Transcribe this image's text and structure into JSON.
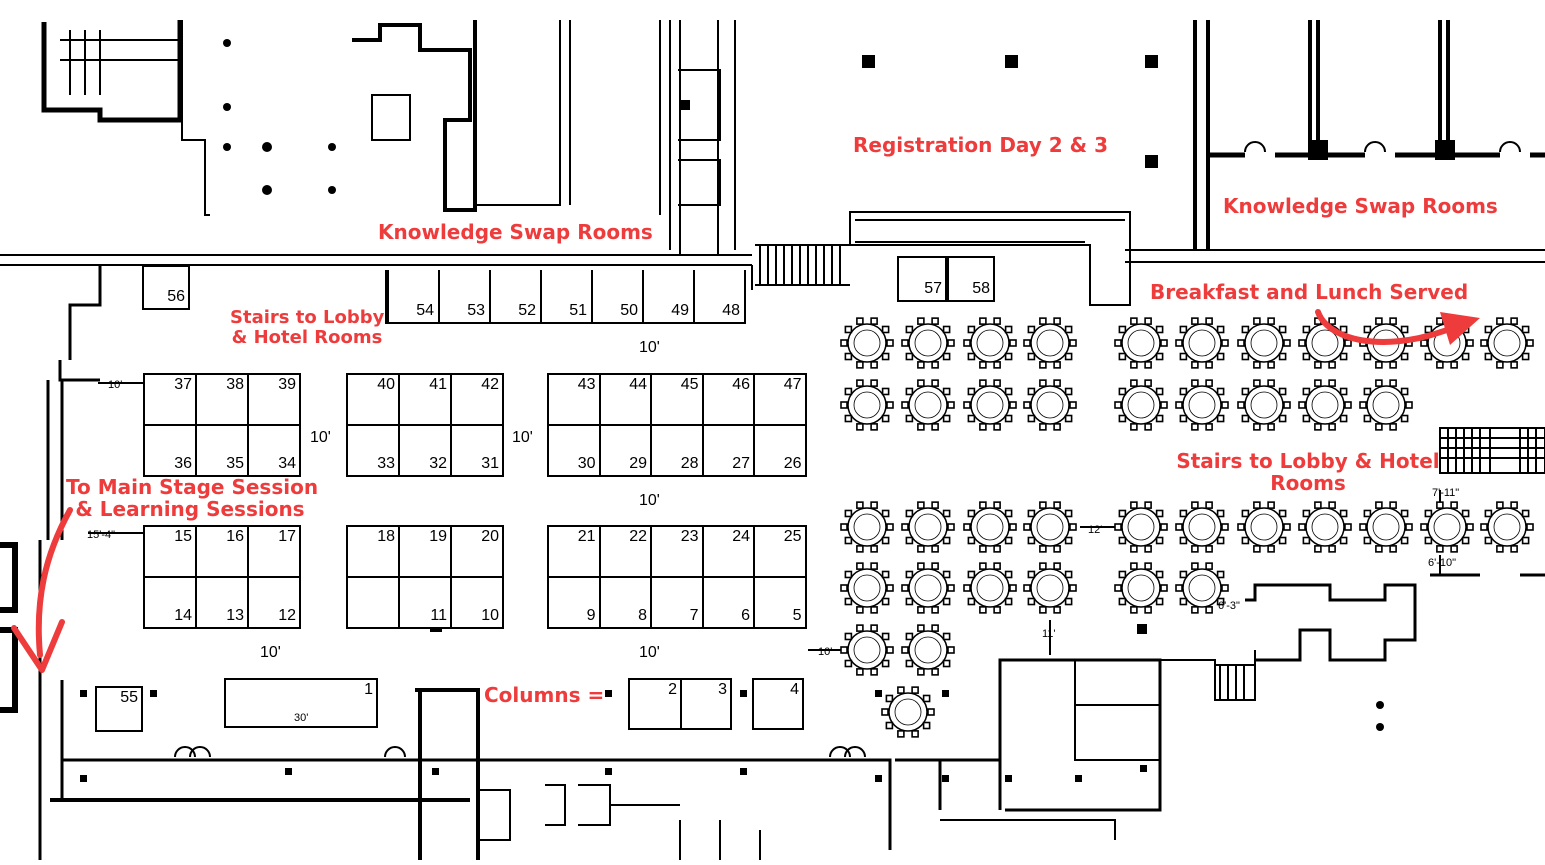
{
  "labels": {
    "registration": "Registration Day 2 & 3",
    "knowledge_swap_left": "Knowledge Swap Rooms",
    "knowledge_swap_right": "Knowledge Swap Rooms",
    "breakfast_lunch": "Breakfast and Lunch Served",
    "stairs_left_line1": "Stairs to Lobby",
    "stairs_left_line2": "& Hotel Rooms",
    "stairs_right_line1": "Stairs to Lobby & Hotel",
    "stairs_right_line2": "Rooms",
    "main_stage_line1": "To Main Stage Session",
    "main_stage_line2": "& Learning Sessions",
    "columns": "Columns ="
  },
  "booths": {
    "top_row": [
      "54",
      "53",
      "52",
      "51",
      "50",
      "49",
      "48"
    ],
    "block_a_top": [
      "37",
      "38",
      "39"
    ],
    "block_a_bottom": [
      "36",
      "35",
      "34"
    ],
    "block_b_top": [
      "40",
      "41",
      "42"
    ],
    "block_b_bottom": [
      "33",
      "32",
      "31"
    ],
    "block_c_top": [
      "43",
      "44",
      "45",
      "46",
      "47"
    ],
    "block_c_bottom": [
      "30",
      "29",
      "28",
      "27",
      "26"
    ],
    "block_d_top": [
      "15",
      "16",
      "17"
    ],
    "block_d_bottom": [
      "14",
      "13",
      "12"
    ],
    "block_e_top": [
      "18",
      "19",
      "20"
    ],
    "block_e_bottom": [
      "11",
      "10"
    ],
    "block_f_top": [
      "21",
      "22",
      "23",
      "24",
      "25"
    ],
    "block_f_bottom": [
      "9",
      "8",
      "7",
      "6",
      "5"
    ],
    "bottom_row": [
      "1",
      "2",
      "3",
      "4"
    ],
    "b55": "55",
    "b56": "56",
    "b57": "57",
    "b58": "58"
  },
  "dimensions": {
    "aisle_10_a": "10'",
    "aisle_10_b": "10'",
    "aisle_10_c": "10'",
    "aisle_10_d": "10'",
    "aisle_10_e": "10'",
    "aisle_10_f": "10'",
    "aisle_10_g": "10'",
    "aisle_10_h": "10'",
    "aisle_15_4": "15'-4\"",
    "width_30": "30'",
    "aisle_12": "12'",
    "aisle_11": "11'",
    "aisle_6_3": "6'-3\"",
    "stair_7_11": "7'-11\"",
    "stair_6_10": "6'-10\""
  },
  "colors": {
    "annotation": "#ee3b3b",
    "walls": "#000000"
  }
}
